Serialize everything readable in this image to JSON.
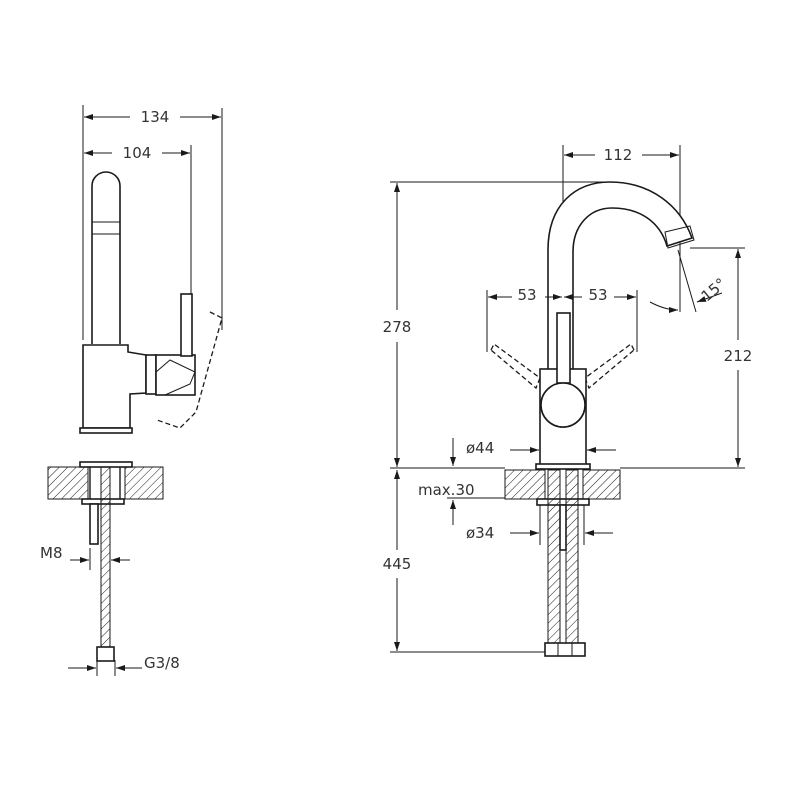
{
  "side_view": {
    "dim_overall_reach": "134",
    "dim_lever_reach": "104",
    "label_thread_m8": "M8",
    "label_connection": "G3/8"
  },
  "front_view": {
    "dim_spout_reach": "112",
    "dim_total_height": "278",
    "dim_spout_height": "212",
    "dim_lever_left": "53",
    "dim_lever_right": "53",
    "dim_angle": "15°",
    "dim_body_diameter": "ø44",
    "dim_counter_thickness": "max.30",
    "dim_hole_diameter": "ø34",
    "dim_hose_length": "445"
  },
  "colors": {
    "line": "#1a1a1a",
    "text": "#333333"
  }
}
